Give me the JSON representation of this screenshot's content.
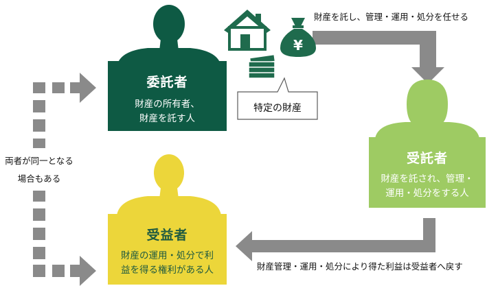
{
  "colors": {
    "settlor": "#0e5a44",
    "trustee": "#9ecb63",
    "beneficiary": "#ecd63a",
    "arrow": "#8a8a8a",
    "property": "#1f6b4d"
  },
  "settlor": {
    "role": "委託者",
    "desc_line1": "財産の所有者、",
    "desc_line2": "財産を託す人"
  },
  "trustee": {
    "role": "受託者",
    "desc_line1": "財産を託され、管理・",
    "desc_line2": "運用・処分をする人"
  },
  "beneficiary": {
    "role": "受益者",
    "desc_line1": "財産の運用・処分で利",
    "desc_line2": "益を得る権利がある人"
  },
  "property_label": "特定の財産",
  "icons": [
    "house-icon",
    "money-bag-icon",
    "banknote-stack-icon"
  ],
  "arrow_top_label": "財産を託し、管理・運用・処分を任せる",
  "arrow_bottom_label": "財産管理・運用・処分により得た利益は受益者へ戻す",
  "side_note_line1": "両者が同一となる",
  "side_note_line2": "場合もある"
}
